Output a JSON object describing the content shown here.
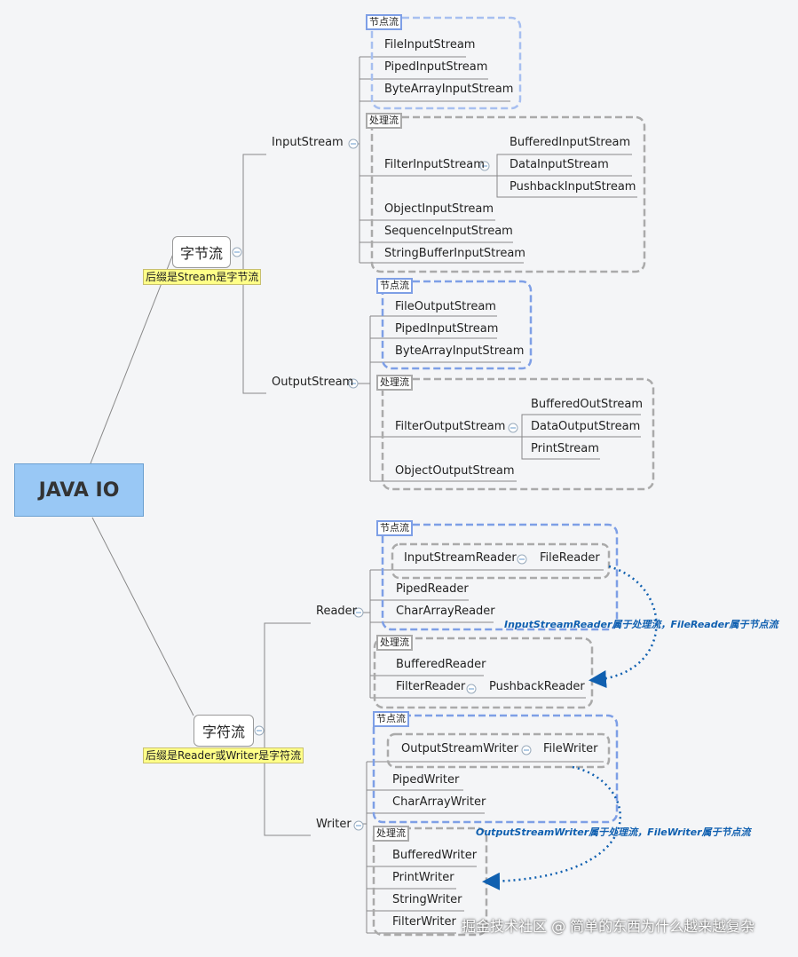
{
  "root": "JAVA IO",
  "byte_stream": {
    "label": "字节流",
    "note": "后缀是Stream是字节流",
    "input": {
      "label": "InputStream",
      "node_tag": "节点流",
      "node_items": [
        "FileInputStream",
        "PipedInputStream",
        "ByteArrayInputStream"
      ],
      "proc_tag": "处理流",
      "filter": "FilterInputStream",
      "filter_children": [
        "BufferedInputStream",
        "DataInputStream",
        "PushbackInputStream"
      ],
      "proc_items": [
        "ObjectInputStream",
        "SequenceInputStream",
        "StringBufferInputStream"
      ]
    },
    "output": {
      "label": "OutputStream",
      "node_tag": "节点流",
      "node_items": [
        "FileOutputStream",
        "PipedInputStream",
        "ByteArrayInputStream"
      ],
      "proc_tag": "处理流",
      "filter": "FilterOutputStream",
      "filter_children": [
        "BufferedOutStream",
        "DataOutputStream",
        "PrintStream"
      ],
      "proc_items": [
        "ObjectOutputStream"
      ]
    }
  },
  "char_stream": {
    "label": "字符流",
    "note": "后缀是Reader或Writer是字符流",
    "reader": {
      "label": "Reader",
      "node_tag": "节点流",
      "bridge": "InputStreamReader",
      "bridge_child": "FileReader",
      "node_items": [
        "PipedReader",
        "CharArrayReader"
      ],
      "proc_tag": "处理流",
      "proc_items": [
        "BufferedReader"
      ],
      "filter": "FilterReader",
      "filter_child": "PushbackReader",
      "annotation": "InputStreamReader属于处理流，FileReader属于节点流"
    },
    "writer": {
      "label": "Writer",
      "node_tag": "节点流",
      "bridge": "OutputStreamWriter",
      "bridge_child": "FileWriter",
      "node_items": [
        "PipedWriter",
        "CharArrayWriter"
      ],
      "proc_tag": "处理流",
      "proc_items": [
        "BufferedWriter",
        "PrintWriter",
        "StringWriter",
        "FilterWriter"
      ],
      "annotation": "OutputStreamWriter属于处理流，FileWriter属于节点流"
    }
  },
  "watermark": "掘金技术社区 @ 简单的东西为什么越来越复杂",
  "colors": {
    "root_fill": "#99c8f5",
    "note_fill": "#ffff88",
    "node_box": "#7e9fe6",
    "proc_box": "#aaaaaa",
    "annotation": "#1060b0"
  }
}
